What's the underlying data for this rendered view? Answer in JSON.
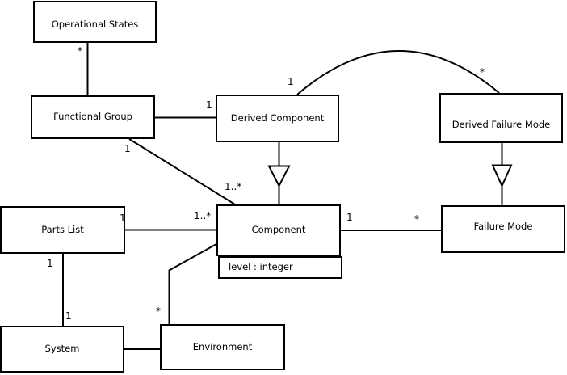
{
  "diagram": {
    "kind": "uml-class-diagram",
    "colors": {
      "background": "#ffffff",
      "box_fill": "#ffffff",
      "box_border": "#000000",
      "line": "#000000",
      "text": "#000000"
    }
  },
  "nodes": {
    "operational_states": {
      "label": "Operational States"
    },
    "functional_group": {
      "label": "Functional Group"
    },
    "derived_component": {
      "label": "Derived Component"
    },
    "derived_failure_mode": {
      "label": "Derived Failure Mode"
    },
    "component": {
      "label": "Component",
      "attribute": "level : integer"
    },
    "failure_mode": {
      "label": "Failure Mode"
    },
    "parts_list": {
      "label": "Parts List"
    },
    "system": {
      "label": "System"
    },
    "environment": {
      "label": "Environment"
    }
  },
  "edges": [
    {
      "from": "Operational States",
      "to": "Functional Group",
      "type": "association",
      "from_label": "*",
      "to_label": ""
    },
    {
      "from": "Functional Group",
      "to": "Derived Component",
      "type": "association",
      "from_label": "",
      "to_label": "1"
    },
    {
      "from": "Functional Group",
      "to": "Component",
      "type": "association",
      "from_label": "1",
      "to_label": "1..*"
    },
    {
      "from": "Derived Component",
      "to": "Component",
      "type": "generalization",
      "from_label": "",
      "to_label": ""
    },
    {
      "from": "Derived Component",
      "to": "Derived Failure Mode",
      "type": "association",
      "from_label": "1",
      "to_label": "*"
    },
    {
      "from": "Derived Failure Mode",
      "to": "Failure Mode",
      "type": "generalization",
      "from_label": "",
      "to_label": ""
    },
    {
      "from": "Component",
      "to": "Failure Mode",
      "type": "association",
      "from_label": "1",
      "to_label": "*"
    },
    {
      "from": "Parts List",
      "to": "Component",
      "type": "association",
      "from_label": "1",
      "to_label": "1..*"
    },
    {
      "from": "Parts List",
      "to": "System",
      "type": "association",
      "from_label": "1",
      "to_label": "1"
    },
    {
      "from": "Component",
      "to": "Environment",
      "type": "association",
      "from_label": "",
      "to_label": "*"
    },
    {
      "from": "System",
      "to": "Environment",
      "type": "association",
      "from_label": "",
      "to_label": ""
    }
  ]
}
